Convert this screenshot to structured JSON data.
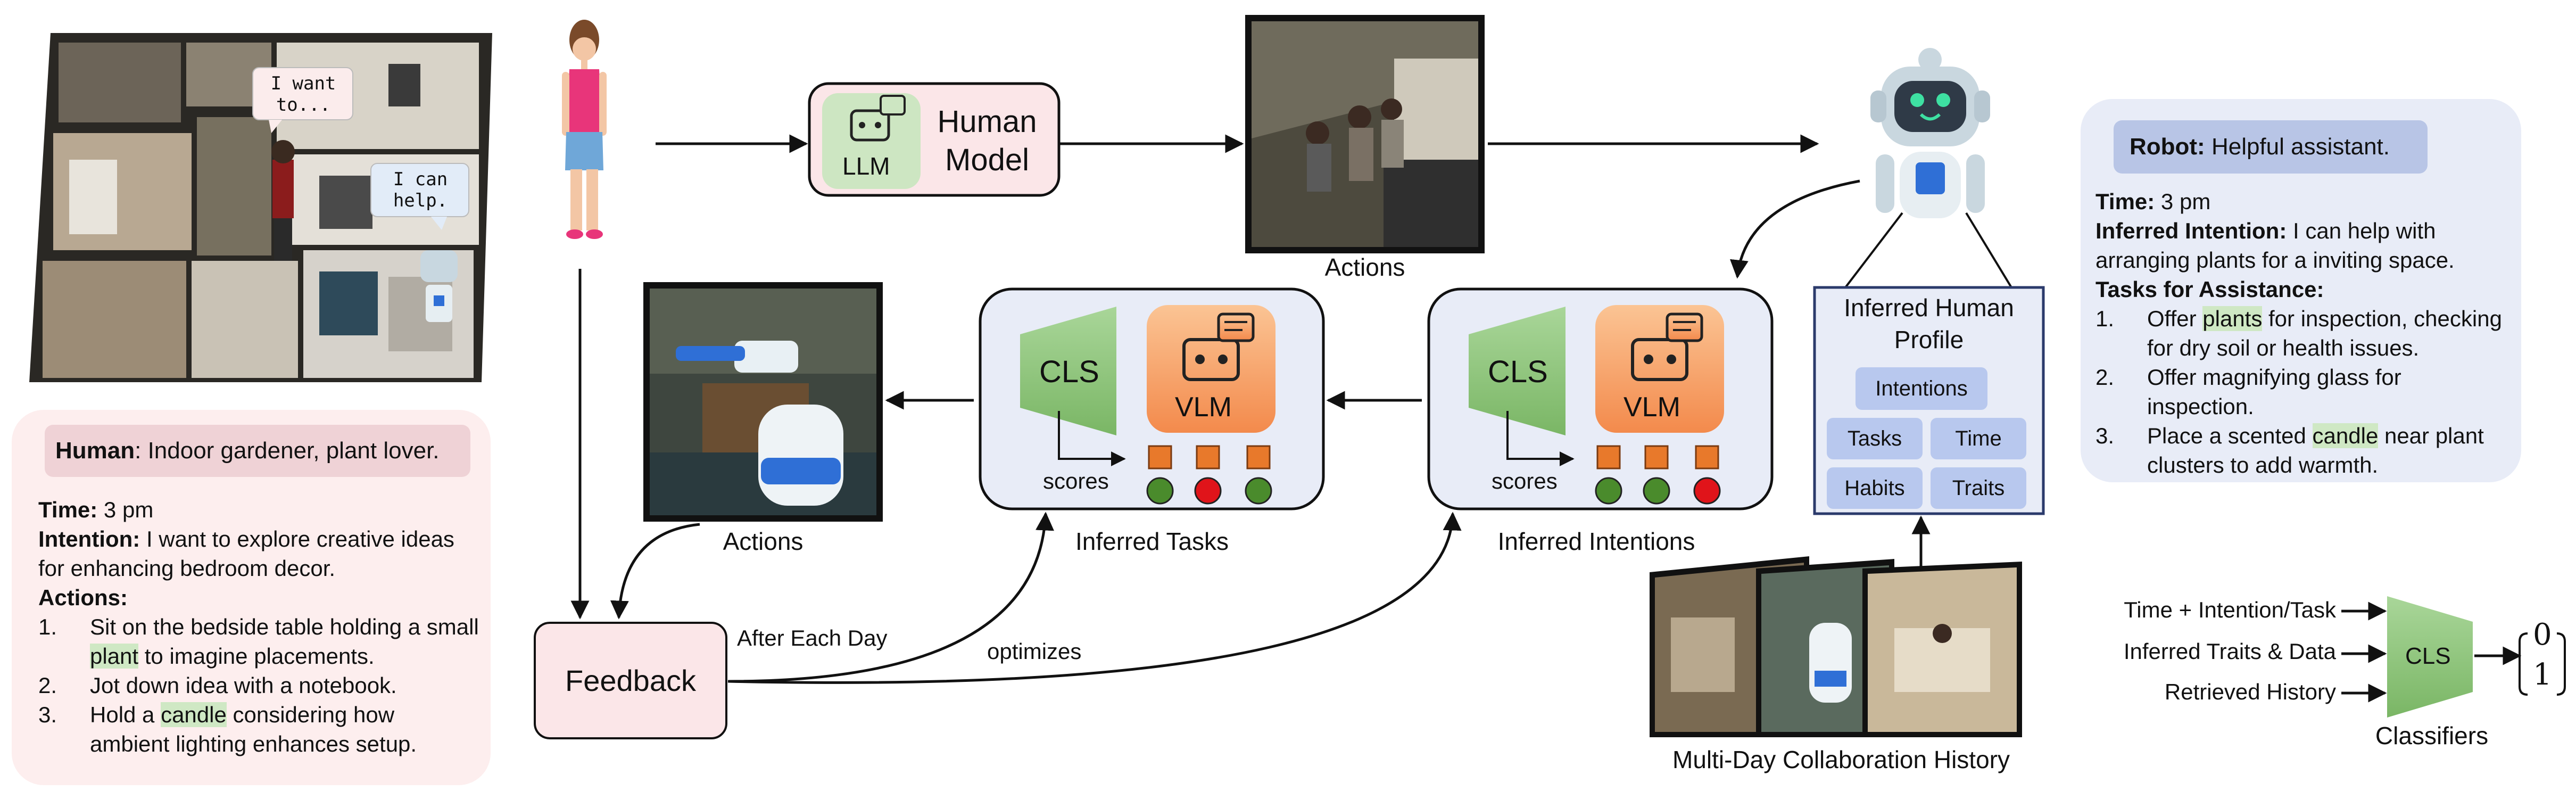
{
  "top_left_scene": {
    "bubble_human": "I want to...",
    "bubble_robot": "I can help."
  },
  "human_model": {
    "icon_label": "LLM",
    "title_line1": "Human",
    "title_line2": "Model"
  },
  "actions_top": "Actions",
  "actions_left": "Actions",
  "vlm_tasks": {
    "cls": "CLS",
    "vlm": "VLM",
    "scores": "scores",
    "caption": "Inferred Tasks",
    "score_colors": [
      "#4a8b2c",
      "#e0141a",
      "#4a8b2c"
    ]
  },
  "vlm_intentions": {
    "cls": "CLS",
    "vlm": "VLM",
    "scores": "scores",
    "caption": "Inferred Intentions",
    "score_colors": [
      "#4a8b2c",
      "#4a8b2c",
      "#e0141a"
    ]
  },
  "feedback": {
    "label": "Feedback",
    "after_each_day": "After Each Day",
    "optimizes": "optimizes"
  },
  "profile": {
    "title_line1": "Inferred Human",
    "title_line2": "Profile",
    "chips": {
      "intentions": "Intentions",
      "tasks": "Tasks",
      "time": "Time",
      "habits": "Habits",
      "traits": "Traits"
    }
  },
  "history": {
    "caption": "Multi-Day Collaboration History"
  },
  "human_panel": {
    "tag_role": "Human",
    "tag_text": ": Indoor gardener, plant lover.",
    "time_label": "Time:",
    "time_value": " 3 pm",
    "intention_label": "Intention:",
    "intention_text": " I want to explore creative ideas for enhancing bedroom decor.",
    "actions_label": "Actions:",
    "items": [
      {
        "num": "1.",
        "pre": "Sit on the bedside table holding a small ",
        "hl": "plant",
        "post": " to imagine placements."
      },
      {
        "num": "2.",
        "pre": "Jot down idea with a notebook.",
        "hl": "",
        "post": ""
      },
      {
        "num": "3.",
        "pre": "Hold a ",
        "hl": "candle",
        "post": " considering how ambient lighting enhances setup."
      }
    ]
  },
  "robot_panel": {
    "tag_role": "Robot:",
    "tag_text": " Helpful assistant.",
    "time_label": "Time:",
    "time_value": " 3 pm",
    "intention_label": "Inferred Intention:",
    "intention_text": " I can help with arranging plants for a inviting space.",
    "tasks_label": "Tasks for Assistance:",
    "items": [
      {
        "num": "1.",
        "pre": "Offer ",
        "hl": "plants",
        "post": " for inspection, checking for dry soil or health issues."
      },
      {
        "num": "2.",
        "pre": "Offer magnifying glass for inspection.",
        "hl": "",
        "post": ""
      },
      {
        "num": "3.",
        "pre": "Place a scented ",
        "hl": "candle",
        "post": " near plant clusters to add warmth."
      }
    ]
  },
  "classifiers": {
    "inputs": [
      "Time + Intention/Task",
      "Inferred Traits & Data",
      "Retrieved History"
    ],
    "cls": "CLS",
    "output_top": "0",
    "output_bottom": "1",
    "caption": "Classifiers"
  },
  "colors": {
    "cls_green": "#8dc47a",
    "vlm_orange": "#f7a869",
    "score_square": "#e8792b",
    "panel_box": "#e8ecf7",
    "human_box": "#fbe6e8",
    "profile_chip": "#b8c8ee",
    "profile_border": "#2b3a6b"
  }
}
